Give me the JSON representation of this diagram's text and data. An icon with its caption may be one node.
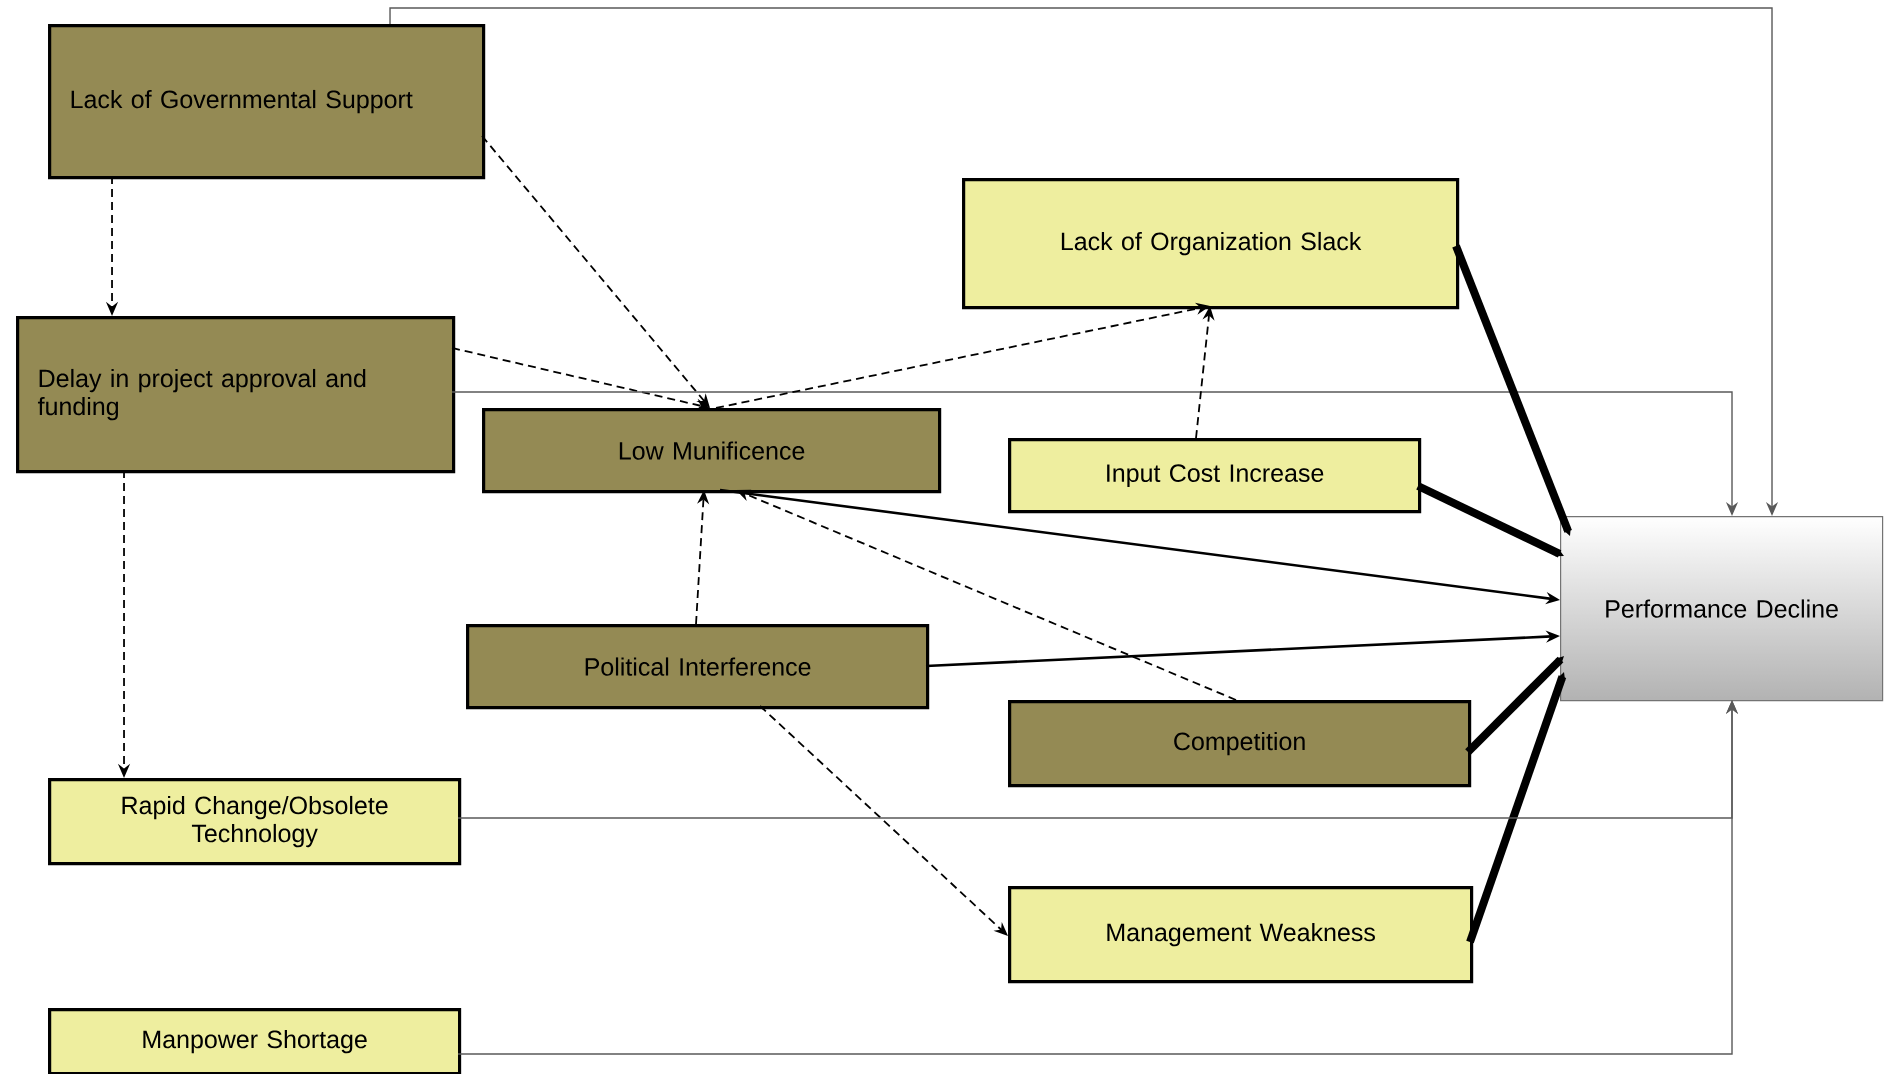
{
  "diagram": {
    "nodes": [
      {
        "text": [
          "Lack of Governmental Support"
        ]
      },
      {
        "text": [
          "Delay in project approval and funding"
        ]
      },
      {
        "text": [
          "Lack of Organization Slack"
        ]
      },
      {
        "text": [
          "Low Munificence"
        ]
      },
      {
        "text": [
          "Input Cost Increase"
        ]
      },
      {
        "text": [
          "Performance Decline"
        ]
      },
      {
        "text": [
          "Political Interference"
        ]
      },
      {
        "text": [
          "Competition"
        ]
      },
      {
        "text": [
          "Rapid Change/Obsolete Technology"
        ]
      },
      {
        "text": [
          "Management Weakness"
        ]
      },
      {
        "text": [
          "Manpower Shortage"
        ]
      }
    ],
    "edges": [
      {
        "from": 0,
        "to": 1,
        "arrow": "to",
        "style": "dashed"
      },
      {
        "from": 0,
        "to": 3,
        "arrow": "to",
        "style": "dashed"
      },
      {
        "from": 1,
        "to": 3,
        "arrow": "to",
        "style": "dashed"
      },
      {
        "from": 1,
        "to": 8,
        "arrow": "to",
        "style": "dashed"
      },
      {
        "from": 1,
        "to": 5,
        "arrow": "to",
        "color": "#595959"
      },
      {
        "from": 0,
        "to": 5,
        "arrow": "to",
        "color": "#595959"
      },
      {
        "from": 3,
        "to": 2,
        "arrow": "to",
        "style": "dashed"
      },
      {
        "from": 4,
        "to": 2,
        "arrow": "to",
        "style": "dashed"
      },
      {
        "from": 3,
        "to": 5,
        "arrow": "to"
      },
      {
        "from": 6,
        "to": 3,
        "arrow": "to",
        "style": "dashed"
      },
      {
        "from": 7,
        "to": 3,
        "arrow": "to",
        "style": "dashed"
      },
      {
        "from": 6,
        "to": 5,
        "arrow": "to"
      },
      {
        "from": 6,
        "to": 9,
        "arrow": "to",
        "style": "dashed"
      },
      {
        "from": 2,
        "to": 5,
        "arrow": "to",
        "style": "thick"
      },
      {
        "from": 4,
        "to": 5,
        "arrow": "to",
        "style": "thick"
      },
      {
        "from": 7,
        "to": 5,
        "arrow": "to",
        "style": "thick"
      },
      {
        "from": 9,
        "to": 5,
        "arrow": "to",
        "style": "thick"
      },
      {
        "from": 8,
        "to": 5,
        "arrow": "to",
        "color": "#595959"
      },
      {
        "from": 10,
        "to": 5,
        "arrow": "to",
        "color": "#595959"
      }
    ]
  }
}
